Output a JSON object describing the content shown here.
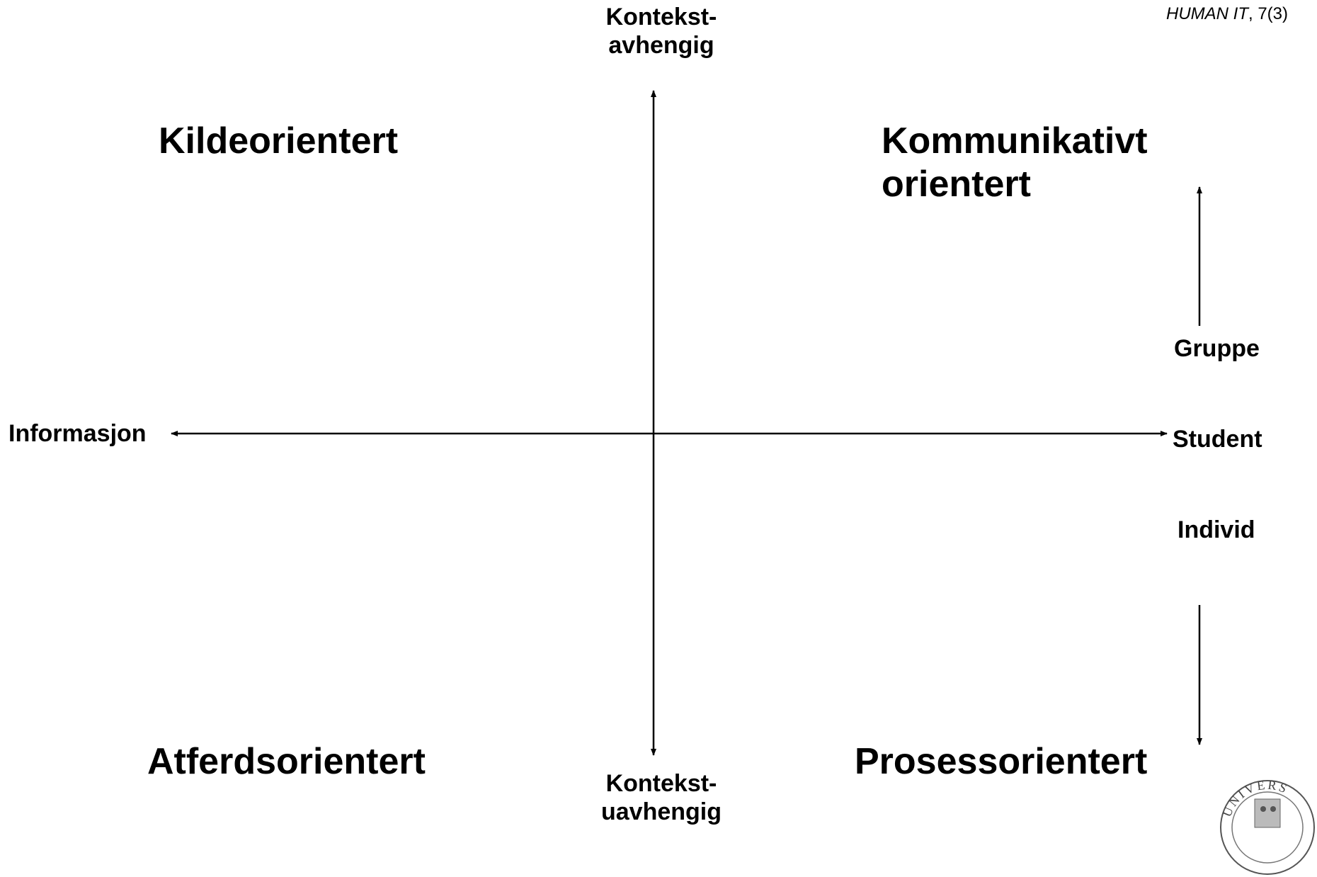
{
  "citation": {
    "journal": "HUMAN IT",
    "rest": ", 7(3)"
  },
  "axes": {
    "top": [
      "Kontekst-",
      "avhengig"
    ],
    "bottom": [
      "Kontekst-",
      "uavhengig"
    ],
    "left": "Informasjon",
    "right": "Student"
  },
  "quadrants": {
    "top_left": "Kildeorientert",
    "top_right": [
      "Kommunikativt",
      "orientert"
    ],
    "bottom_left": "Atferdsorientert",
    "bottom_right": "Prosessorientert"
  },
  "side_scale": {
    "top": "Gruppe",
    "middle": "Student",
    "bottom": "Individ"
  },
  "logo": {
    "text": "UNIVERS"
  }
}
